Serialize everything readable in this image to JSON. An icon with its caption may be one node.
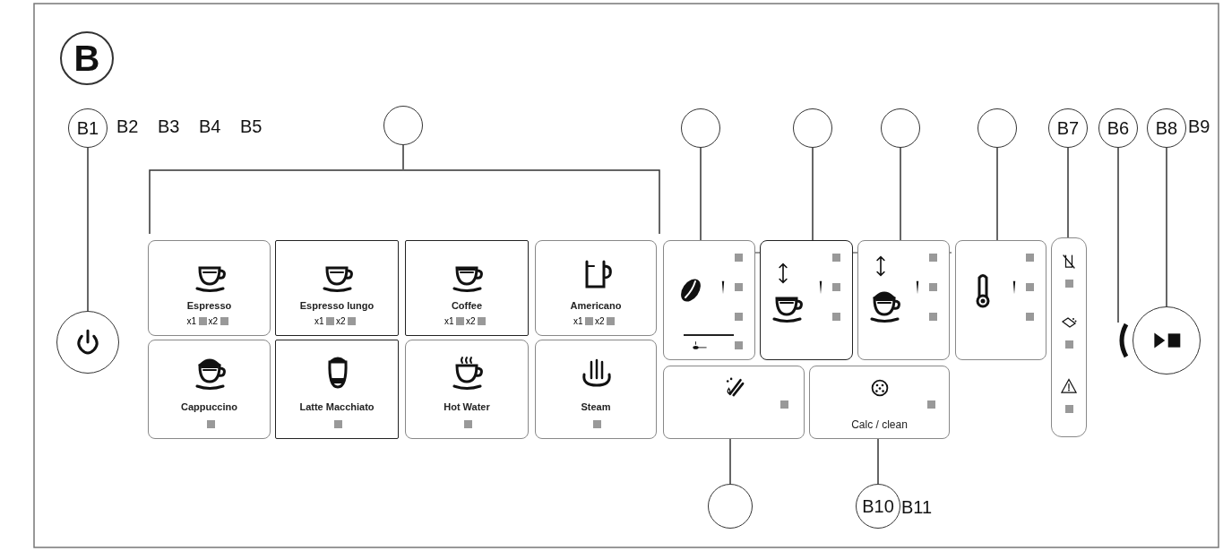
{
  "diagram": {
    "title": "B",
    "nodes": [
      {
        "text": [
          "B1"
        ]
      },
      {
        "text": [],
        "shape": "circle"
      },
      {
        "text": [],
        "shape": "circle"
      },
      {
        "text": [],
        "shape": "circle"
      },
      {
        "text": [],
        "shape": "circle"
      },
      {
        "text": [],
        "shape": "circle"
      },
      {
        "text": [
          "B7"
        ]
      },
      {
        "text": [
          "B6"
        ]
      },
      {
        "text": [
          "B8"
        ]
      },
      {
        "text": [],
        "shape": "circle"
      },
      {
        "text": [
          "Espresso",
          "x1",
          "x2"
        ]
      },
      {
        "text": [
          "Espresso lungo",
          "x1",
          "x2"
        ]
      },
      {
        "text": [
          "Coffee",
          "x1",
          "x2"
        ]
      },
      {
        "text": [
          "Americano",
          "x1",
          "x2"
        ]
      },
      {
        "text": [
          "Cappuccino"
        ]
      },
      {
        "text": [
          "Latte Macchiato"
        ]
      },
      {
        "text": [
          "Hot Water"
        ]
      },
      {
        "text": [
          "Steam"
        ]
      },
      {
        "text": [],
        "shape": "box"
      },
      {
        "text": [],
        "shape": "box"
      },
      {
        "text": [],
        "shape": "box"
      },
      {
        "text": [],
        "shape": "box"
      },
      {
        "text": [],
        "shape": "bar"
      },
      {
        "text": [],
        "shape": "bar"
      },
      {
        "text": [],
        "shape": "circle"
      },
      {
        "text": [],
        "shape": "box"
      },
      {
        "text": [
          "Calc / clean"
        ]
      },
      {
        "text": [],
        "shape": "circle"
      },
      {
        "text": [
          "B10"
        ]
      },
      {
        "text": [],
        "shape": "bracket"
      }
    ],
    "edges": [
      {
        "from": 0,
        "to": 9,
        "arrow": "none"
      },
      {
        "from": 1,
        "to": 29,
        "arrow": "none"
      },
      {
        "from": 2,
        "to": 18,
        "arrow": "none"
      },
      {
        "from": 3,
        "to": 19,
        "arrow": "none"
      },
      {
        "from": 4,
        "to": 20,
        "arrow": "none"
      },
      {
        "from": 5,
        "to": 21,
        "arrow": "none"
      },
      {
        "from": 6,
        "to": 22,
        "arrow": "none"
      },
      {
        "from": 7,
        "to": 23,
        "arrow": "none"
      },
      {
        "from": 8,
        "to": 24,
        "arrow": "none"
      },
      {
        "from": 27,
        "to": 25,
        "arrow": "none"
      },
      {
        "from": 28,
        "to": 26,
        "arrow": "none"
      }
    ],
    "labels": [
      "B2",
      "B3",
      "B4",
      "B5",
      "B9",
      "B11"
    ]
  }
}
